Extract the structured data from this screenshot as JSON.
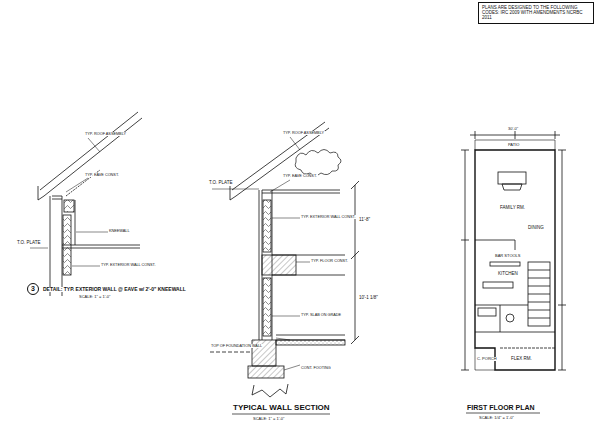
{
  "diagram": {
    "nodes": [
      {
        "text": [
          "PLANS ARE DESIGNED TO THE FOLLOWING CODES: IRC 2009 WITH AMENDMENTS NCRBC 2011"
        ]
      },
      {
        "text": [
          "3"
        ]
      }
    ],
    "labels": [
      "T.O. PLATE",
      "DETAIL: TYP. EXTERIOR WALL @ EAVE w/ 2'-0\" KNEEWALL",
      "SCALE: 1\" = 1'-0\"",
      "T.O. PLATE",
      "TYPICAL WALL SECTION",
      "SCALE: 1\" = 1'-0\"",
      "FIRST FLOOR PLAN",
      "SCALE: 1/4\" = 1'-0\"",
      "PATIO",
      "FAMILY RM.",
      "DINING",
      "BAR STOOLS",
      "KITCHEN",
      "FLEX RM.",
      "C. PORCH",
      "30'-0\"",
      "11'-8\"",
      "10'-1 1/8\"",
      "TYP. ROOF ASSEMBLY",
      "TYP. EAVE CONST.",
      "KNEEWALL",
      "TYP. EXTERIOR WALL CONST.",
      "TYP. ROOF ASSEMBLY",
      "TYP. EAVE CONST.",
      "TYP. EXTERIOR WALL CONST.",
      "TYP. FLOOR CONST.",
      "TOP OF FOUNDATION WALL",
      "TYP. SLAB ON GRADE",
      "CONT. FOOTING"
    ]
  }
}
